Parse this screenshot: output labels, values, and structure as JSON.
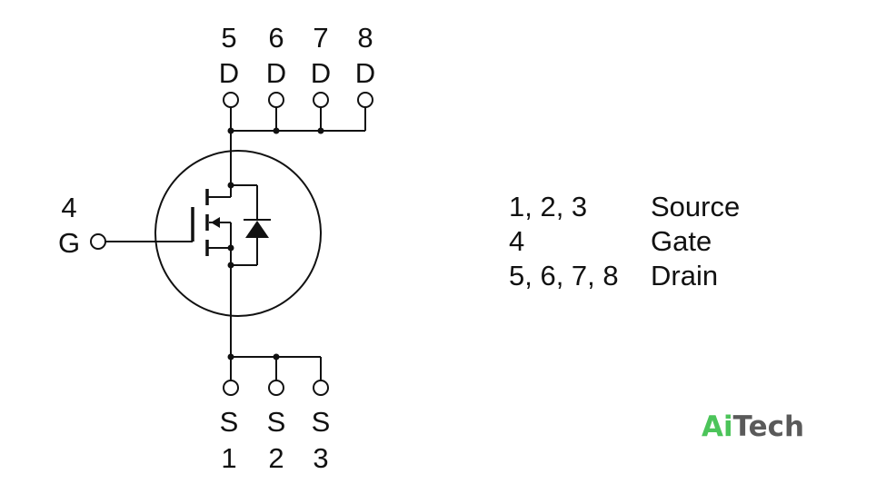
{
  "pins": {
    "drain": [
      {
        "number": "5",
        "letter": "D"
      },
      {
        "number": "6",
        "letter": "D"
      },
      {
        "number": "7",
        "letter": "D"
      },
      {
        "number": "8",
        "letter": "D"
      }
    ],
    "gate": {
      "number": "4",
      "letter": "G"
    },
    "source": [
      {
        "number": "1",
        "letter": "S"
      },
      {
        "number": "2",
        "letter": "S"
      },
      {
        "number": "3",
        "letter": "S"
      }
    ]
  },
  "legend": [
    {
      "pins": "1, 2, 3",
      "function": "Source"
    },
    {
      "pins": "4",
      "function": "Gate"
    },
    {
      "pins": "5, 6, 7, 8",
      "function": "Drain"
    }
  ],
  "logo": {
    "part1": "Ai",
    "part2": "Tech",
    "color1": "#4cc45a",
    "color2": "#5a5a5a"
  }
}
